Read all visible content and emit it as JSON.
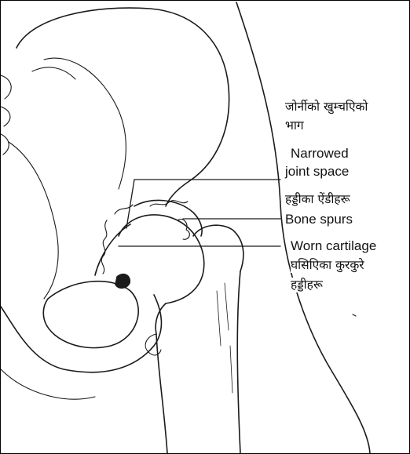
{
  "labels": {
    "ne_title_line1": "जोर्नीको खुम्चएिको",
    "ne_title_line2": "भाग",
    "narrowed_line1": "Narrowed",
    "narrowed_line2": "joint space",
    "ne_spurs": "हड्डीका ऐंडीहरू",
    "bone_spurs": "Bone spurs",
    "worn_cartilage": "Worn cartilage",
    "ne_worn_line1": "घसिएिका कुरकुरे",
    "ne_worn_line2": "हड्डीहरू"
  },
  "colors": {
    "ink": "#1a1a1a",
    "background": "#ffffff"
  }
}
